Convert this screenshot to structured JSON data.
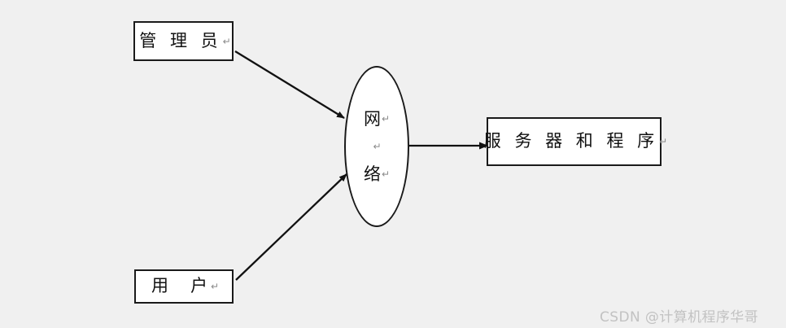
{
  "diagram": {
    "type": "system-context-diagram",
    "background_color": "#f0f0f0",
    "stroke_color": "#1a1a1a",
    "fill_color": "#ffffff",
    "text_color": "#111111",
    "nodes": {
      "admin": {
        "id": "admin",
        "shape": "rectangle",
        "label": "管 理 员",
        "pilcrow": "↵"
      },
      "user": {
        "id": "user",
        "shape": "rectangle",
        "label": "用　户",
        "pilcrow": "↵"
      },
      "network": {
        "id": "network",
        "shape": "ellipse",
        "line1": "网",
        "line1_pilcrow": "↵",
        "line2_pilcrow": "↵",
        "line3": "络",
        "line3_pilcrow": "↵"
      },
      "server": {
        "id": "server",
        "shape": "rectangle",
        "label": "服 务 器 和 程 序",
        "pilcrow": "↵"
      }
    },
    "edges": [
      {
        "id": "admin-to-network",
        "from": "admin",
        "to": "network",
        "style": "solid-arrow",
        "direction": "down-right"
      },
      {
        "id": "user-to-network",
        "from": "user",
        "to": "network",
        "style": "solid-arrow",
        "direction": "up-right"
      },
      {
        "id": "network-to-server",
        "from": "network",
        "to": "server",
        "style": "solid-arrow",
        "direction": "right"
      }
    ]
  },
  "watermark": {
    "text": "CSDN @计算机程序华哥",
    "color": "#c2c2c2"
  }
}
